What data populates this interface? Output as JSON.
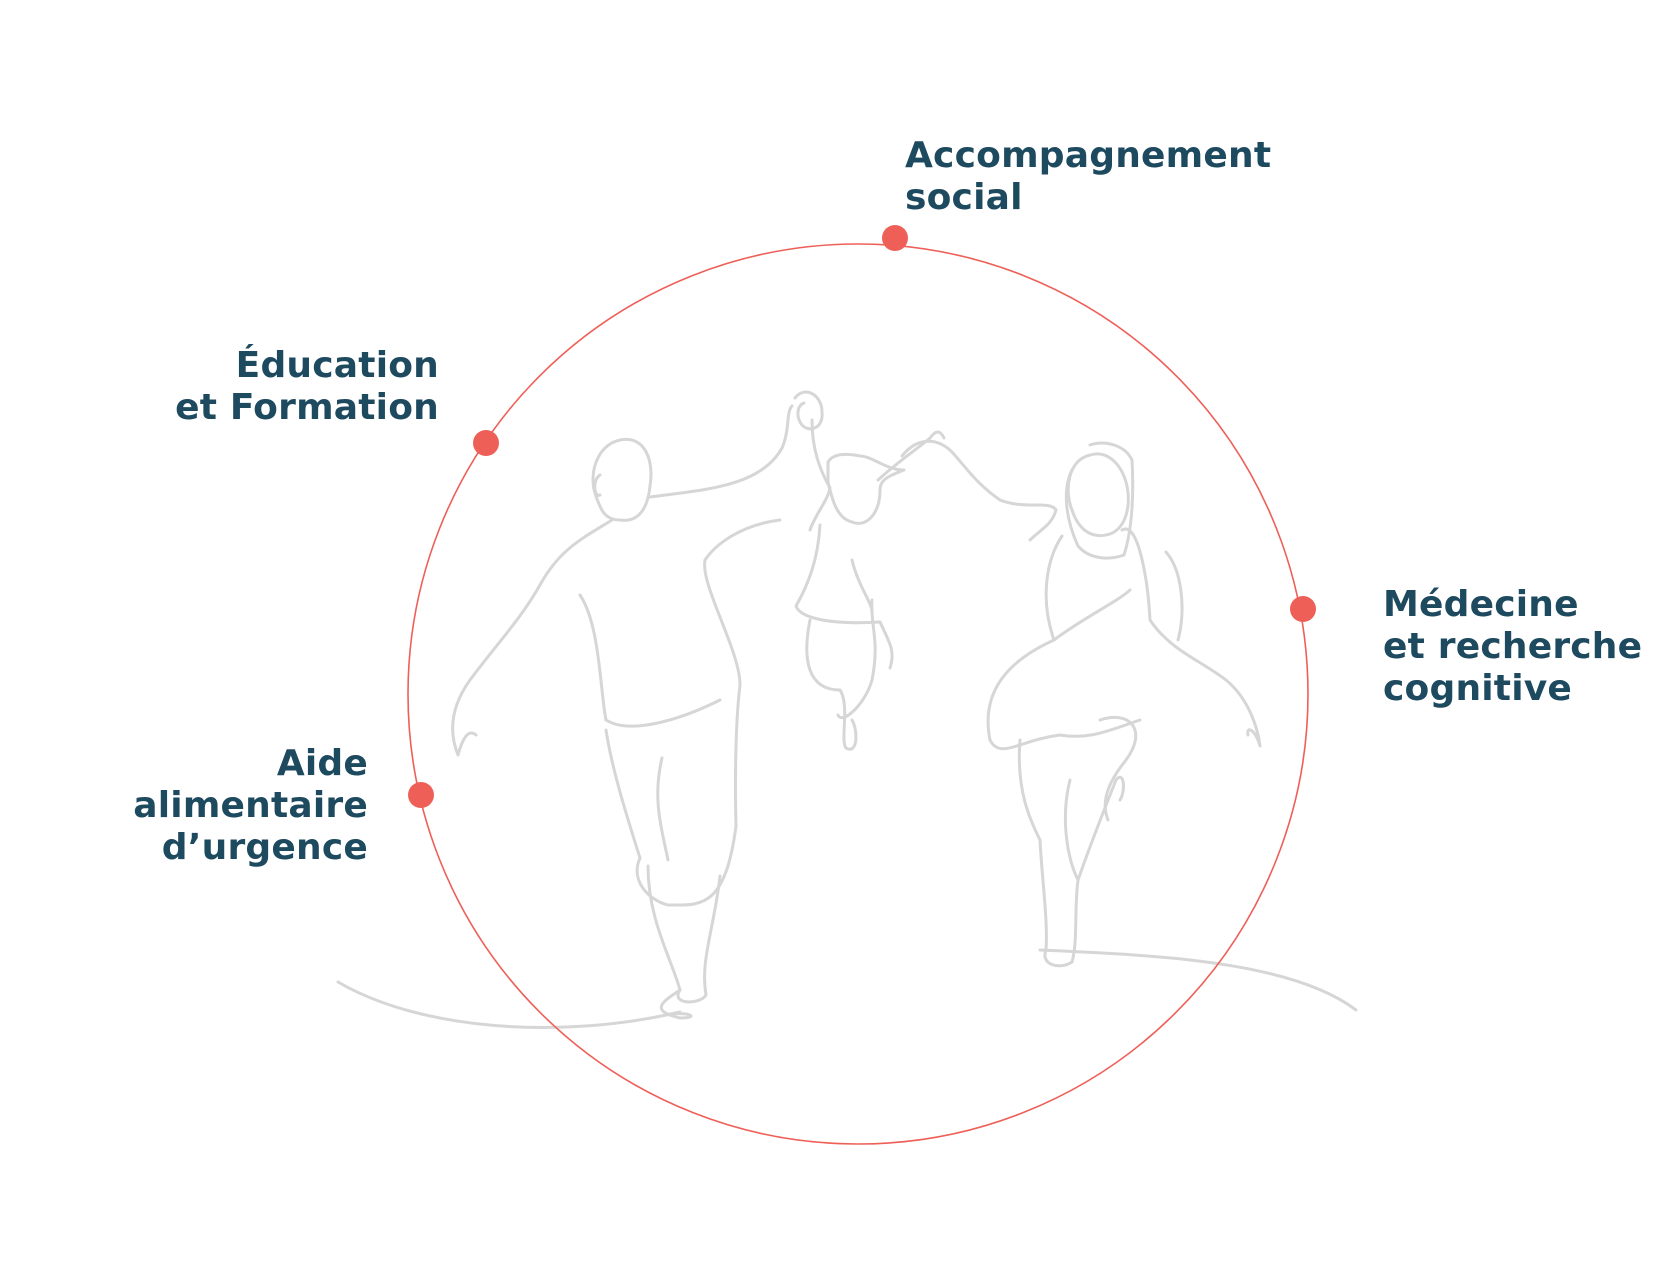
{
  "colors": {
    "accent": "#ee5f58",
    "label_text": "#1e4a5f",
    "illustration_line": "#d6d6d6",
    "background": "#ffffff"
  },
  "illustration": {
    "subject": "family-line-drawing"
  },
  "labels": {
    "top": {
      "line1": "Accompagnement",
      "line2": "social"
    },
    "upper_left": {
      "line1": "Éducation",
      "line2": "et Formation"
    },
    "lower_left": {
      "line1": "Aide",
      "line2": "alimentaire",
      "line3": "d’urgence"
    },
    "right": {
      "line1": "Médecine",
      "line2": "et recherche",
      "line3": "cognitive"
    }
  }
}
